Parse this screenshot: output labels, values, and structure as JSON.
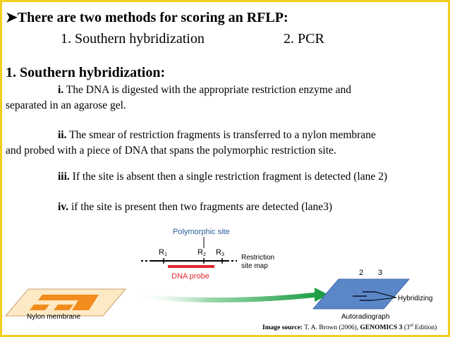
{
  "slide": {
    "bullet_heading": "There are two methods for scoring an RFLP:",
    "methods": [
      "1. Southern hybridization",
      "2. PCR"
    ],
    "section_heading": "1. Southern hybridization:",
    "steps": [
      {
        "num": "i.",
        "line1": "The DNA is digested with the appropriate restriction enzyme and",
        "line2": "separated in an agarose gel."
      },
      {
        "num": "ii.",
        "line1": "The smear of restriction fragments is transferred to a nylon membrane",
        "line2": "and probed with a piece of DNA that spans the polymorphic restriction site."
      },
      {
        "num": "iii.",
        "line1": "If the site is absent then a single restriction fragment is detected (lane 2)"
      },
      {
        "num": "iv.",
        "line1": "if the site is present then two fragments are detected (lane3)"
      }
    ]
  },
  "figure": {
    "polymorphic_site": "Polymorphic site",
    "site_labels": [
      "R1",
      "R2",
      "R3"
    ],
    "restriction_label": [
      "Restriction",
      "site map"
    ],
    "probe_label": "DNA probe",
    "membrane_label": "Nylon membrane",
    "autorad_label": "Autoradiograph",
    "lanes": [
      "2",
      "3"
    ],
    "hybridizing_label": "Hybridizing",
    "colors": {
      "label_blue": "#2a5c9c",
      "probe_red": "#e0262b",
      "orange": "#f28c1c",
      "membrane_blue": "#5b87c8",
      "arrow_green": "#2fa84f"
    }
  },
  "source": {
    "prefix": "Image source:",
    "citation": "T. A. Brown (2006),",
    "book": "GENOMICS 3",
    "edition_num": "(3",
    "edition_sup": "rd",
    "edition_rest": " Edition)"
  }
}
